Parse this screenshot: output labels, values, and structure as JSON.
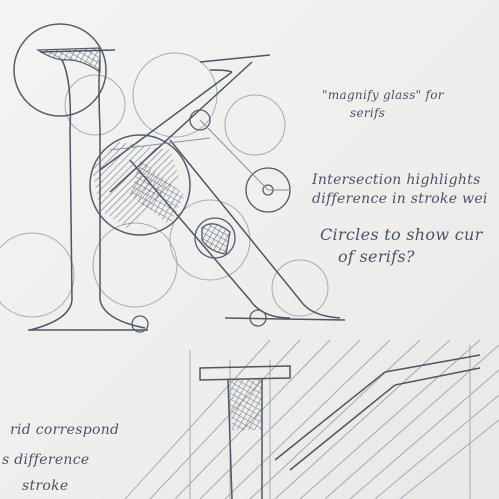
{
  "notes": {
    "magnify_line1": "\"magnify glass\" for",
    "magnify_line2": "serifs",
    "intersect_line1": "Intersection highlights",
    "intersect_line2": "difference in stroke wei",
    "circles_line1": "Circles to show cur",
    "circles_line2": "of serifs?",
    "bottom_line1": "rid correspond",
    "bottom_line2": "s difference",
    "bottom_line3": "stroke"
  },
  "colors": {
    "paper": "#f1f1ef",
    "graphite": "#5a6070",
    "graphite_light": "#9aa0ab",
    "hatch": "#6d7382"
  }
}
